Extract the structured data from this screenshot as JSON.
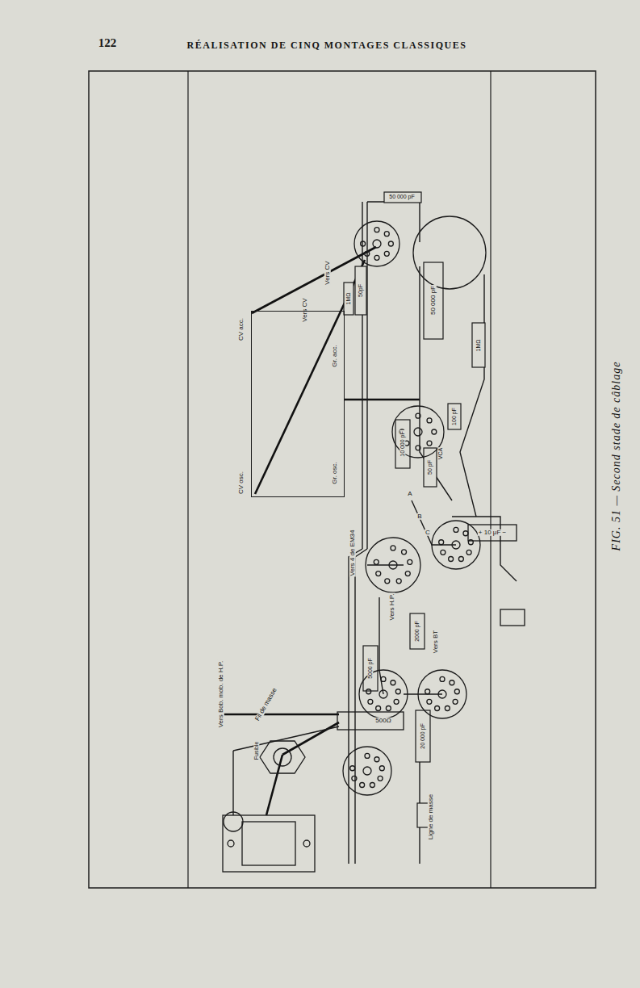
{
  "diagram": {
    "title": "RÉALISATION DE CINQ MONTAGES CLASSIQUES",
    "caption": "FIG. 51 — Second stade de câblage",
    "nodes": [
      {
        "text": [
          "CV acc.",
          "CV osc.",
          "Gr. acc.",
          "Gr. osc."
        ]
      }
    ],
    "labels": [
      "122",
      "50 000 pF",
      "Vers CV",
      "Vers CV",
      "50pF",
      "1MΩ",
      "50 000 pF",
      "1MΩ",
      "100 pF",
      "VCA",
      "50 pF",
      "10 000 pF",
      "Vers 4 de EM34",
      "Vers H.P.",
      "A",
      "B",
      "C",
      "+ 10 μF −",
      "Vers BT",
      "2000 pF",
      "5000 pF",
      "20 000 pF",
      "Vers Bob. mob. de H.P.",
      "Fil de masse",
      "500Ω",
      "Fusible",
      "Ligne de masse"
    ]
  }
}
